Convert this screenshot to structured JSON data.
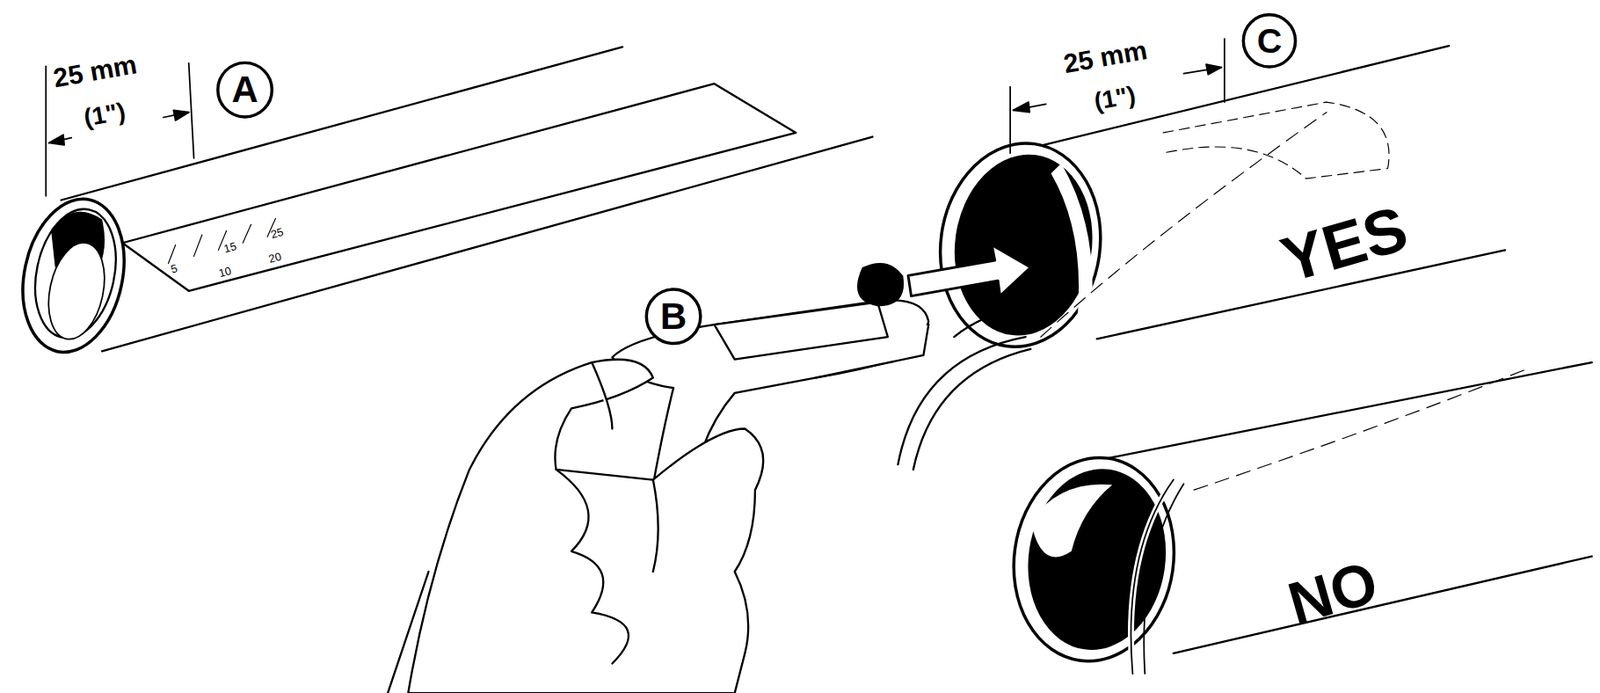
{
  "diagram": {
    "nodes": [
      {
        "text": [
          "A"
        ]
      },
      {
        "text": [
          "B"
        ]
      },
      {
        "text": [
          "C"
        ]
      }
    ],
    "labels": [
      "25 mm",
      "(1\")",
      "5",
      "10",
      "15",
      "20",
      "25",
      "25 mm",
      "(1\")",
      "YES",
      "NO"
    ]
  }
}
